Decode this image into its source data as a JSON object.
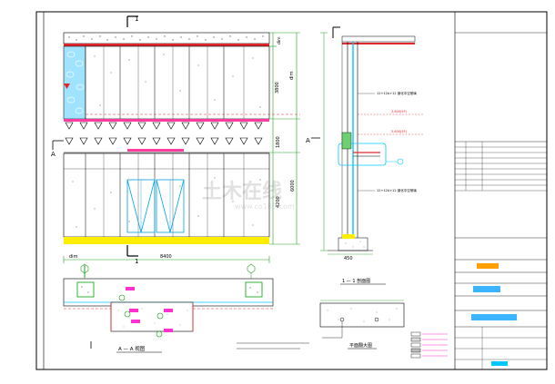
{
  "labels": {
    "section_mark_top": "1",
    "section_mark_bottom": "1",
    "section_A_left": "A",
    "section_A_right": "A",
    "dim_bottom_total": "8400",
    "dim_bottom_left": "dim",
    "dim_right_upper": "3800",
    "dim_right_mid": "1800",
    "dim_right_lower": "6000",
    "dim_right_lower2": "4200",
    "dim_right_top": "dim",
    "dim_detail_bottom": "450",
    "view_aa_mark": "A",
    "view_aa_title": "A — A 视图",
    "section11_title": "1 — 1 剖面图",
    "plan_title": "平面翻大图",
    "watermark": "土木在线",
    "watermark_url": "www.co188.com"
  },
  "colors": {
    "frame": "#000000",
    "glass_line": "#00c8ff",
    "stone_blue": "#9fe3ff",
    "beam_red": "#e0282c",
    "band_yellow": "#ffee00",
    "band_magenta": "#ff3ca0",
    "annotation_green": "#00a000",
    "tag_magenta": "#ff2fd0",
    "dim_green": "#20a020",
    "title_block_blue": "#3bb5ff",
    "title_block_orange": "#ffa000"
  }
}
